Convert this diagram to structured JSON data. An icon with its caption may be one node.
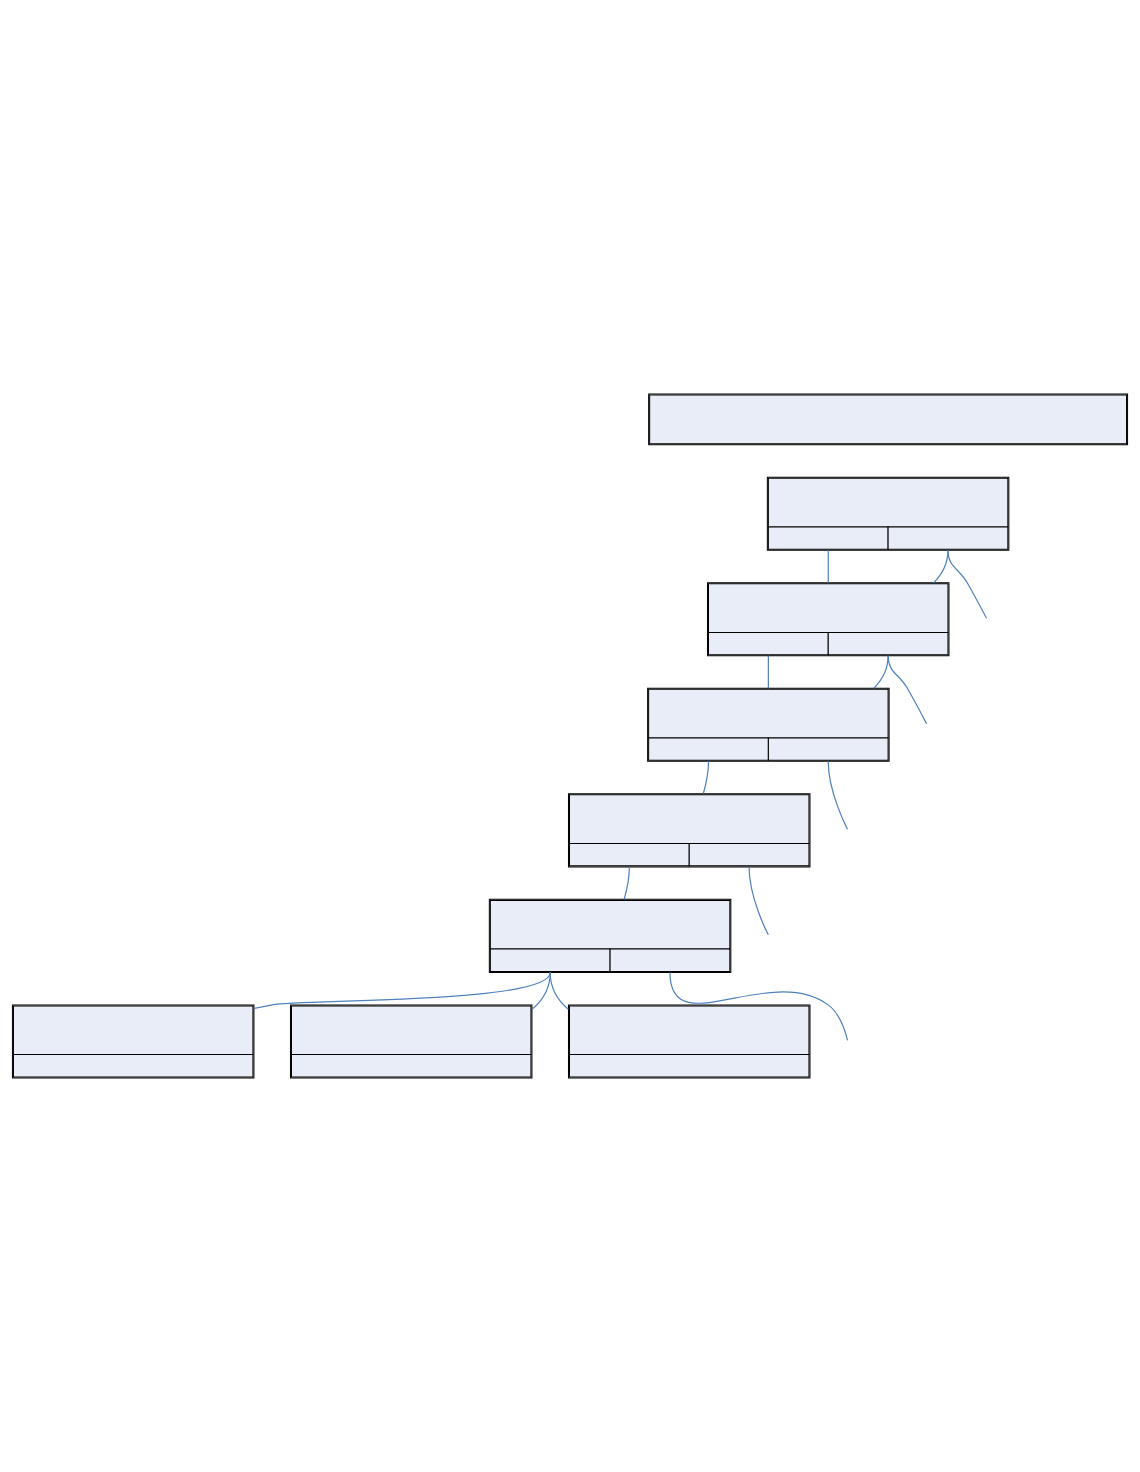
{
  "diagram": {
    "nodes": [
      {
        "text": [],
        "shape": "box"
      },
      {
        "text": [],
        "shape": "box"
      },
      {
        "text": [],
        "shape": "box"
      },
      {
        "text": [],
        "shape": "box"
      },
      {
        "text": [],
        "shape": "box"
      },
      {
        "text": [],
        "shape": "box"
      },
      {
        "text": [],
        "shape": "box"
      },
      {
        "text": [],
        "shape": "box"
      },
      {
        "text": [],
        "shape": "box"
      }
    ],
    "edges": [
      {
        "from": 1,
        "to": null,
        "arrow": "none"
      },
      {
        "from": 1,
        "to": 2,
        "arrow": "none"
      },
      {
        "from": 1,
        "to": 2,
        "arrow": "none"
      },
      {
        "from": 2,
        "to": null,
        "arrow": "none"
      },
      {
        "from": 2,
        "to": 3,
        "arrow": "none"
      },
      {
        "from": 2,
        "to": 3,
        "arrow": "none"
      },
      {
        "from": 3,
        "to": null,
        "arrow": "none"
      },
      {
        "from": 3,
        "to": 4,
        "arrow": "none"
      },
      {
        "from": 4,
        "to": null,
        "arrow": "none"
      },
      {
        "from": 4,
        "to": 5,
        "arrow": "none"
      },
      {
        "from": 5,
        "to": null,
        "arrow": "none"
      },
      {
        "from": 5,
        "to": 6,
        "arrow": "none"
      },
      {
        "from": 5,
        "to": 7,
        "arrow": "none"
      },
      {
        "from": 5,
        "to": 8,
        "arrow": "none"
      }
    ]
  }
}
